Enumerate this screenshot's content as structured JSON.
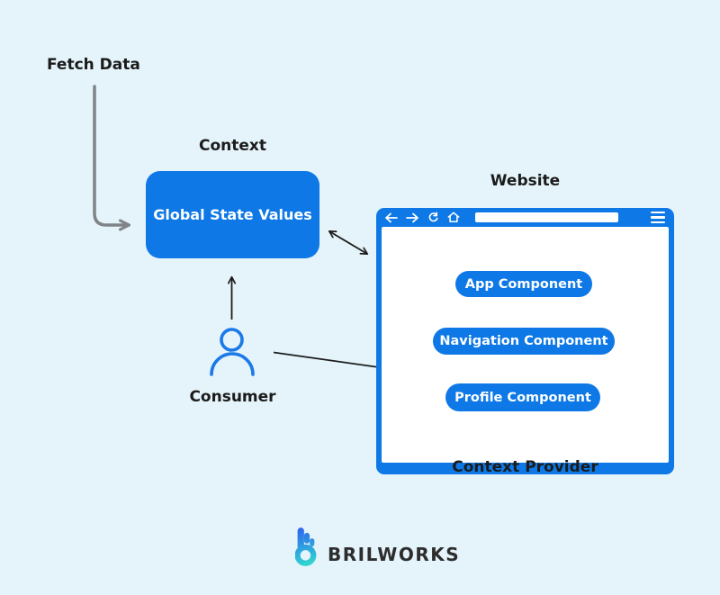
{
  "diagram": {
    "fetch_data_label": "Fetch Data",
    "context_label": "Context",
    "context_box_label": "Global State Values",
    "website_label": "Website",
    "consumer_label": "Consumer",
    "browser": {
      "toolbar_icons": [
        "back",
        "forward",
        "refresh",
        "home"
      ],
      "menu_icon": "hamburger-menu",
      "address_value": "",
      "components": [
        {
          "label": "App Component"
        },
        {
          "label": "Navigation Component"
        },
        {
          "label": "Profile Component"
        }
      ],
      "provider_label": "Context Provider"
    },
    "arrows": [
      {
        "name": "fetch-data-arrow",
        "from": "Fetch Data",
        "to": "Global State Values",
        "style": "gray-elbow"
      },
      {
        "name": "sync-arrow",
        "from": "Global State Values",
        "to": "Website",
        "style": "black-double-headed"
      },
      {
        "name": "consumer-up-arrow",
        "from": "Consumer",
        "to": "Global State Values",
        "style": "black-single"
      },
      {
        "name": "consumer-profile-arrow",
        "from": "Consumer",
        "to": "Profile Component",
        "style": "black-single"
      }
    ]
  },
  "footer": {
    "brand": "BRILWORKS"
  },
  "colors": {
    "background": "#e4f4fa",
    "primary_blue": "#0d78e6",
    "white": "#ffffff",
    "arrow_gray": "#808486",
    "arrow_black": "#1c1c1c",
    "text_dark": "#1b1b1b",
    "brand_text": "#2d2d2d",
    "logo_gradient_start": "#2f63ef",
    "logo_gradient_end": "#2fd9d0"
  }
}
